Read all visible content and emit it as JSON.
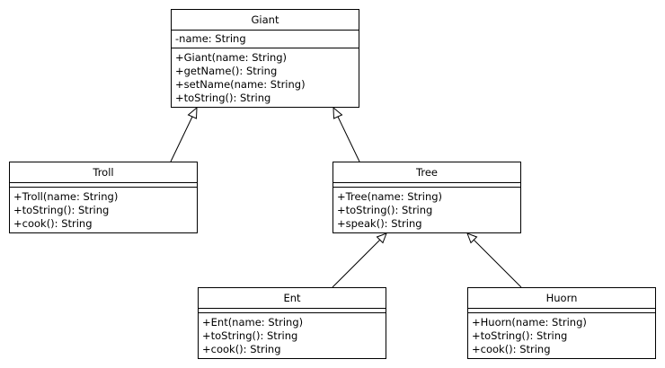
{
  "diagram": {
    "classes": {
      "giant": {
        "name": "Giant",
        "attributes": [
          "-name: String"
        ],
        "operations": [
          "+Giant(name: String)",
          "+getName(): String",
          "+setName(name: String)",
          "+toString(): String"
        ]
      },
      "troll": {
        "name": "Troll",
        "attributes": [],
        "operations": [
          "+Troll(name: String)",
          "+toString(): String",
          "+cook(): String"
        ]
      },
      "tree": {
        "name": "Tree",
        "attributes": [],
        "operations": [
          "+Tree(name: String)",
          "+toString(): String",
          "+speak(): String"
        ]
      },
      "ent": {
        "name": "Ent",
        "attributes": [],
        "operations": [
          "+Ent(name: String)",
          "+toString(): String",
          "+cook(): String"
        ]
      },
      "huorn": {
        "name": "Huorn",
        "attributes": [],
        "operations": [
          "+Huorn(name: String)",
          "+toString(): String",
          "+cook(): String"
        ]
      }
    },
    "generalizations": [
      {
        "child": "Troll",
        "parent": "Giant"
      },
      {
        "child": "Tree",
        "parent": "Giant"
      },
      {
        "child": "Ent",
        "parent": "Tree"
      },
      {
        "child": "Huorn",
        "parent": "Tree"
      }
    ],
    "colors": {
      "line": "#000000",
      "background": "#ffffff"
    }
  }
}
